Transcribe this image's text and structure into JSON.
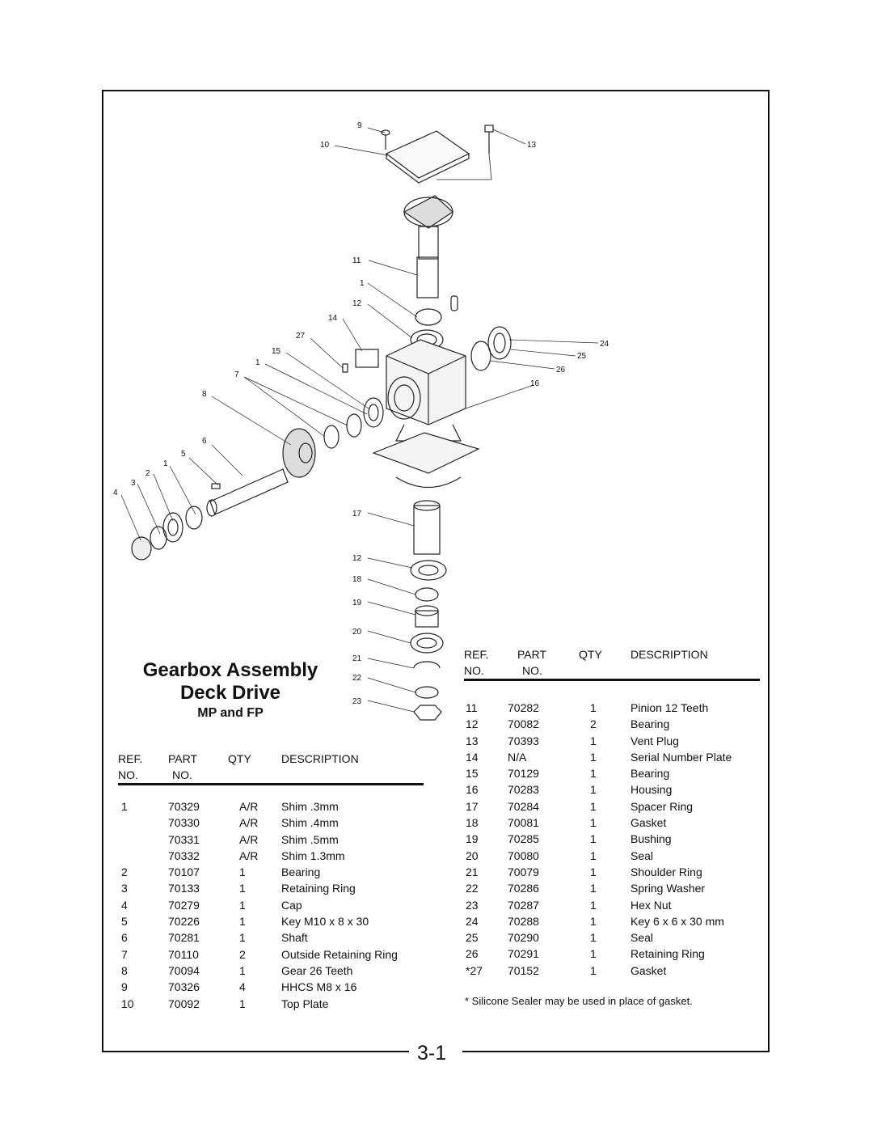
{
  "title": {
    "line1": "Gearbox Assembly",
    "line2": "Deck Drive",
    "subtitle": "MP and FP"
  },
  "table_headers": {
    "ref": "REF.",
    "no1": "NO.",
    "part": "PART",
    "no2": "NO.",
    "qty": "QTY",
    "desc": "DESCRIPTION"
  },
  "left_table": [
    {
      "ref": "1",
      "part": "70329",
      "qty": "A/R",
      "desc": "Shim .3mm"
    },
    {
      "ref": "",
      "part": "70330",
      "qty": "A/R",
      "desc": "Shim .4mm"
    },
    {
      "ref": "",
      "part": "70331",
      "qty": "A/R",
      "desc": "Shim .5mm"
    },
    {
      "ref": "",
      "part": "70332",
      "qty": "A/R",
      "desc": "Shim 1.3mm"
    },
    {
      "ref": "2",
      "part": "70107",
      "qty": "1",
      "desc": "Bearing"
    },
    {
      "ref": "3",
      "part": "70133",
      "qty": "1",
      "desc": "Retaining Ring"
    },
    {
      "ref": "4",
      "part": "70279",
      "qty": "1",
      "desc": "Cap"
    },
    {
      "ref": "5",
      "part": "70226",
      "qty": "1",
      "desc": "Key M10 x 8 x 30"
    },
    {
      "ref": "6",
      "part": "70281",
      "qty": "1",
      "desc": "Shaft"
    },
    {
      "ref": "7",
      "part": "70110",
      "qty": "2",
      "desc": "Outside Retaining Ring"
    },
    {
      "ref": "8",
      "part": "70094",
      "qty": "1",
      "desc": "Gear 26 Teeth"
    },
    {
      "ref": "9",
      "part": "70326",
      "qty": "4",
      "desc": "HHCS M8 x 16"
    },
    {
      "ref": "10",
      "part": "70092",
      "qty": "1",
      "desc": "Top Plate"
    }
  ],
  "right_table": [
    {
      "ref": "11",
      "part": "70282",
      "qty": "1",
      "desc": "Pinion 12 Teeth"
    },
    {
      "ref": "12",
      "part": "70082",
      "qty": "2",
      "desc": "Bearing"
    },
    {
      "ref": "13",
      "part": "70393",
      "qty": "1",
      "desc": "Vent Plug"
    },
    {
      "ref": "14",
      "part": "N/A",
      "qty": "1",
      "desc": "Serial Number Plate"
    },
    {
      "ref": "15",
      "part": "70129",
      "qty": "1",
      "desc": "Bearing"
    },
    {
      "ref": "16",
      "part": "70283",
      "qty": "1",
      "desc": "Housing"
    },
    {
      "ref": "17",
      "part": "70284",
      "qty": "1",
      "desc": "Spacer Ring"
    },
    {
      "ref": "18",
      "part": "70081",
      "qty": "1",
      "desc": "Gasket"
    },
    {
      "ref": "19",
      "part": "70285",
      "qty": "1",
      "desc": "Bushing"
    },
    {
      "ref": "20",
      "part": "70080",
      "qty": "1",
      "desc": "Seal"
    },
    {
      "ref": "21",
      "part": "70079",
      "qty": "1",
      "desc": "Shoulder Ring"
    },
    {
      "ref": "22",
      "part": "70286",
      "qty": "1",
      "desc": "Spring Washer"
    },
    {
      "ref": "23",
      "part": "70287",
      "qty": "1",
      "desc": "Hex Nut"
    },
    {
      "ref": "24",
      "part": "70288",
      "qty": "1",
      "desc": "Key 6 x 6 x 30 mm"
    },
    {
      "ref": "25",
      "part": "70290",
      "qty": "1",
      "desc": "Seal"
    },
    {
      "ref": "26",
      "part": "70291",
      "qty": "1",
      "desc": "Retaining Ring"
    },
    {
      "ref": "*27",
      "part": "70152",
      "qty": "1",
      "desc": "Gasket"
    }
  ],
  "footnote": "* Silicone Sealer may be used in place of gasket.",
  "page_number": "3-1",
  "callouts": [
    "9",
    "10",
    "13",
    "11",
    "1",
    "12",
    "14",
    "27",
    "15",
    "1",
    "7",
    "8",
    "24",
    "25",
    "26",
    "16",
    "6",
    "5",
    "1",
    "2",
    "3",
    "4",
    "17",
    "12",
    "18",
    "19",
    "20",
    "21",
    "22",
    "23"
  ]
}
